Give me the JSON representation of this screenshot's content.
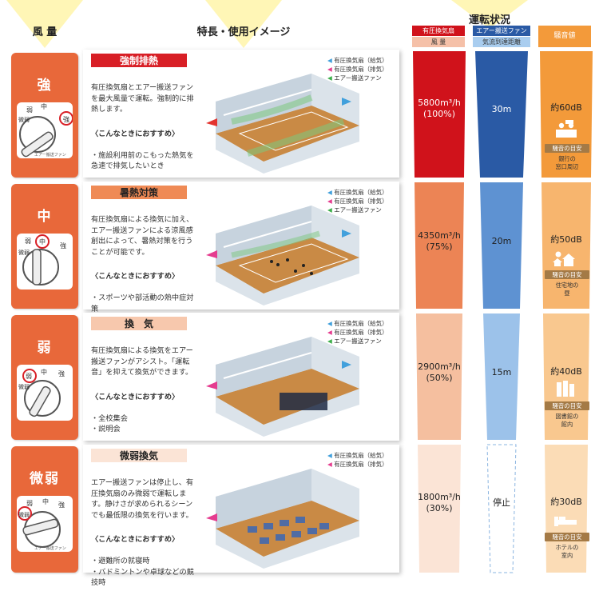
{
  "headers": {
    "wind": "風 量",
    "features": "特長・使用イメージ",
    "status": "運転状況",
    "sub_fan": "有圧換気扇",
    "sub_fan_label": "風 量",
    "sub_air": "エアー搬送ファン",
    "sub_air_label": "気流到達距離",
    "sub_noise": "騒音値"
  },
  "legend": {
    "supply": "有圧換気扇（給気）",
    "exhaust": "有圧換気扇（排気）",
    "air": "エアー搬送ファン"
  },
  "dial_labels": {
    "low": "弱",
    "mid": "中",
    "high": "強",
    "slight": "微弱",
    "name": "エアー搬送ファン"
  },
  "rows": [
    {
      "level": "強",
      "title": "強制排熱",
      "body": "有圧換気扇とエアー搬送ファンを最大風量で運転。強制的に排熱します。",
      "rec_head": "〈こんなときにおすすめ〉",
      "rec": "・施設利用前のこもった熱気を急速で排気したいとき",
      "fan": "5800m³/h\n(100%)",
      "air": "30m",
      "noise": "約60dB",
      "noise_badge": "騒音の目安",
      "noise_place": "銀行の\n窓口周辺",
      "icon": "bank-counter-icon"
    },
    {
      "level": "中",
      "title": "暑熱対策",
      "body": "有圧換気扇による換気に加え、エアー搬送ファンによる涼風感創出によって、暑熱対策を行うことが可能です。",
      "rec_head": "〈こんなときにおすすめ〉",
      "rec": "・スポーツや部活動の熱中症対策",
      "fan": "4350m³/h\n(75%)",
      "air": "20m",
      "noise": "約50dB",
      "noise_badge": "騒音の目安",
      "noise_place": "住宅地の\n昼",
      "icon": "house-sun-icon"
    },
    {
      "level": "弱",
      "title": "換　気",
      "body": "有圧換気扇による換気をエアー搬送ファンがアシスト。「運転音」を抑えて換気ができます。",
      "rec_head": "〈こんなときにおすすめ〉",
      "rec": "・全校集会\n・説明会",
      "fan": "2900m³/h\n(50%)",
      "air": "15m",
      "noise": "約40dB",
      "noise_badge": "騒音の目安",
      "noise_place": "図書館の\n館内",
      "icon": "books-icon"
    },
    {
      "level": "微弱",
      "title": "微弱換気",
      "body": "エアー搬送ファンは停止し、有圧換気扇のみ微弱で運転します。静けさが求められるシーンでも最低限の換気を行います。",
      "rec_head": "〈こんなときにおすすめ〉",
      "rec": "・避難所の就寝時\n・バドミントンや卓球などの競技時",
      "fan": "1800m³/h\n(30%)",
      "air": "停止",
      "noise": "約30dB",
      "noise_badge": "騒音の目安",
      "noise_place": "ホテルの\n室内",
      "icon": "bed-icon"
    }
  ],
  "colors": {
    "level_bg": "#e8683a",
    "title_red": "#d81f26",
    "title_orange": "#ef8a55",
    "title_peach": "#f7c8ad",
    "fan_red": "#d0121b",
    "fan_orange": "#ec8455",
    "fan_peach": "#f5bf9f",
    "fan_pale": "#fbe4d6",
    "air_blue": "#2a5aa5",
    "air_mid": "#5e92d2",
    "air_light": "#9cc2ea",
    "noise_orange": "#f39a3a",
    "noise_light": "#f7b56e",
    "noise_pale": "#f9c88f",
    "noise_paler": "#fbdcb6"
  }
}
